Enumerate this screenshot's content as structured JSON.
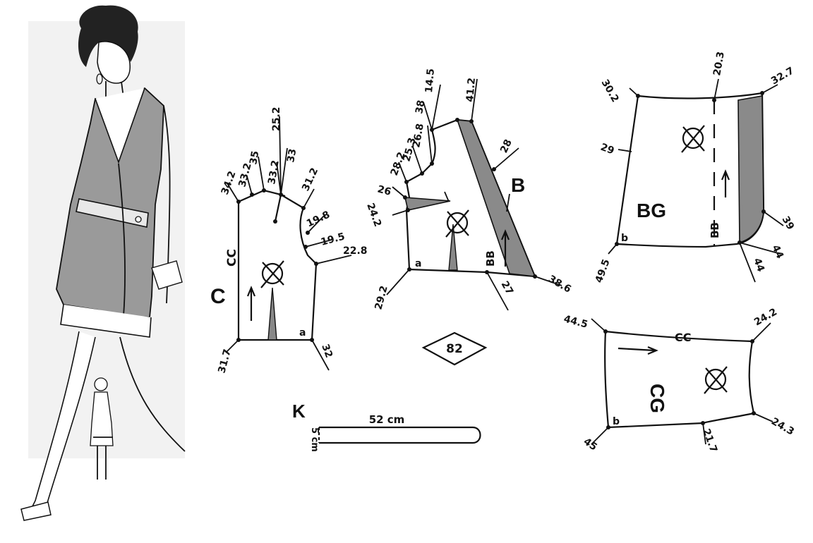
{
  "pieces": {
    "C": {
      "letter": "C",
      "grain_mark": "CC",
      "corner": "a",
      "measures": [
        "34.2",
        "33.2",
        "35",
        "33.2",
        "33",
        "25.2",
        "31.2",
        "19.8",
        "19.5",
        "22.8",
        "31.7",
        "32"
      ]
    },
    "B": {
      "letter": "B",
      "grain_mark": "BB",
      "corner": "a",
      "measures": [
        "14.5",
        "38",
        "41.2",
        "26.8",
        "25.3",
        "28.2",
        "28",
        "26",
        "24.2",
        "29.2",
        "27",
        "38.6"
      ]
    },
    "BG": {
      "letter": "BG",
      "grain_mark": "BB",
      "corner": "b",
      "measures": [
        "30.2",
        "20.3",
        "32.7",
        "29",
        "39",
        "44",
        "44",
        "49.5"
      ]
    },
    "CG": {
      "letter": "CG",
      "grain_mark": "CC",
      "corner": "b",
      "measures": [
        "44.5",
        "24.2",
        "24.3",
        "21.7",
        "45"
      ]
    },
    "K": {
      "letter": "K",
      "length": "52 cm",
      "width": "5 cm"
    }
  },
  "page_number": "82",
  "colors": {
    "ink": "#111111",
    "shade": "#8a8a8a",
    "paper": "#ffffff"
  }
}
